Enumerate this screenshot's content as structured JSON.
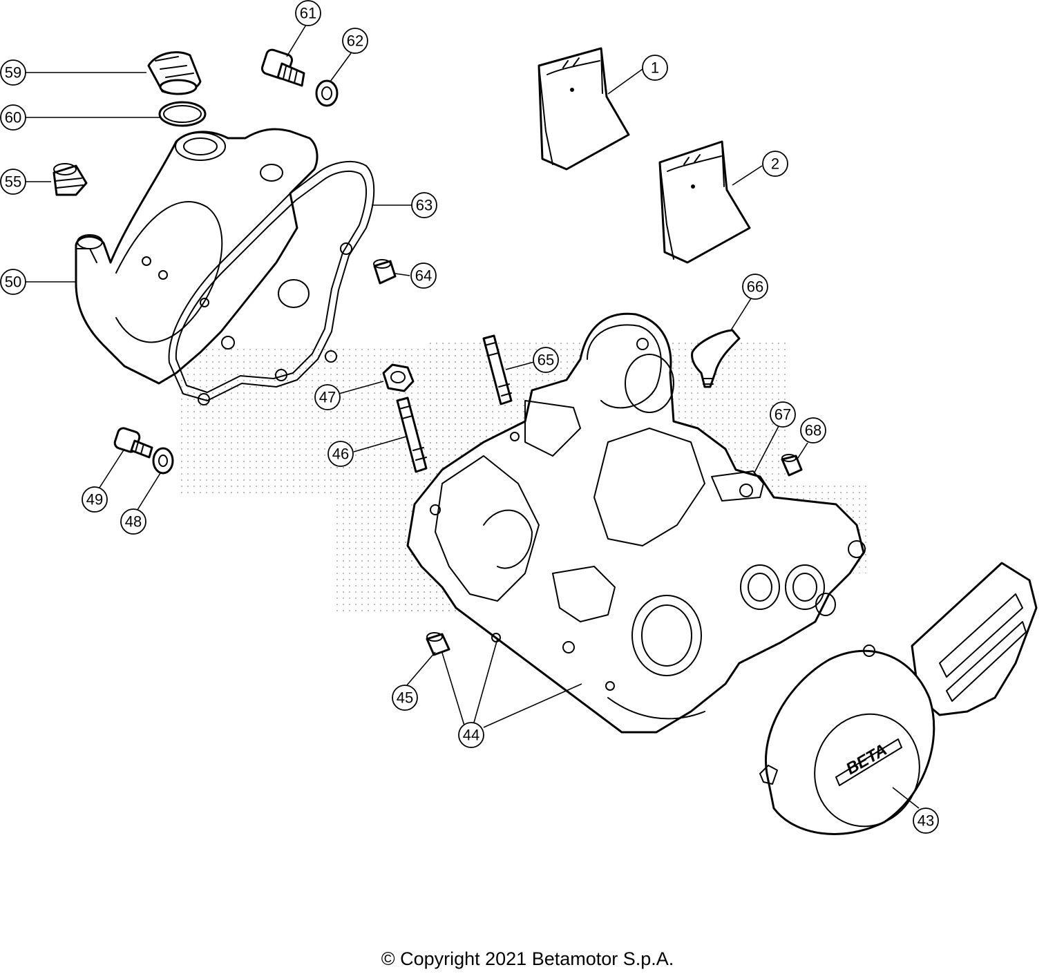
{
  "callouts": [
    {
      "id": "c1",
      "label": "1"
    },
    {
      "id": "c2",
      "label": "2"
    },
    {
      "id": "c43",
      "label": "43"
    },
    {
      "id": "c44",
      "label": "44"
    },
    {
      "id": "c45",
      "label": "45"
    },
    {
      "id": "c46",
      "label": "46"
    },
    {
      "id": "c47",
      "label": "47"
    },
    {
      "id": "c48",
      "label": "48"
    },
    {
      "id": "c49",
      "label": "49"
    },
    {
      "id": "c50",
      "label": "50"
    },
    {
      "id": "c55",
      "label": "55"
    },
    {
      "id": "c59",
      "label": "59"
    },
    {
      "id": "c60",
      "label": "60"
    },
    {
      "id": "c61",
      "label": "61"
    },
    {
      "id": "c62",
      "label": "62"
    },
    {
      "id": "c63",
      "label": "63"
    },
    {
      "id": "c64",
      "label": "64"
    },
    {
      "id": "c65",
      "label": "65"
    },
    {
      "id": "c66",
      "label": "66"
    },
    {
      "id": "c67",
      "label": "67"
    },
    {
      "id": "c68",
      "label": "68"
    }
  ],
  "cover_logo_text": "BETA",
  "copyright": "© Copyright 2021 Betamotor S.p.A."
}
